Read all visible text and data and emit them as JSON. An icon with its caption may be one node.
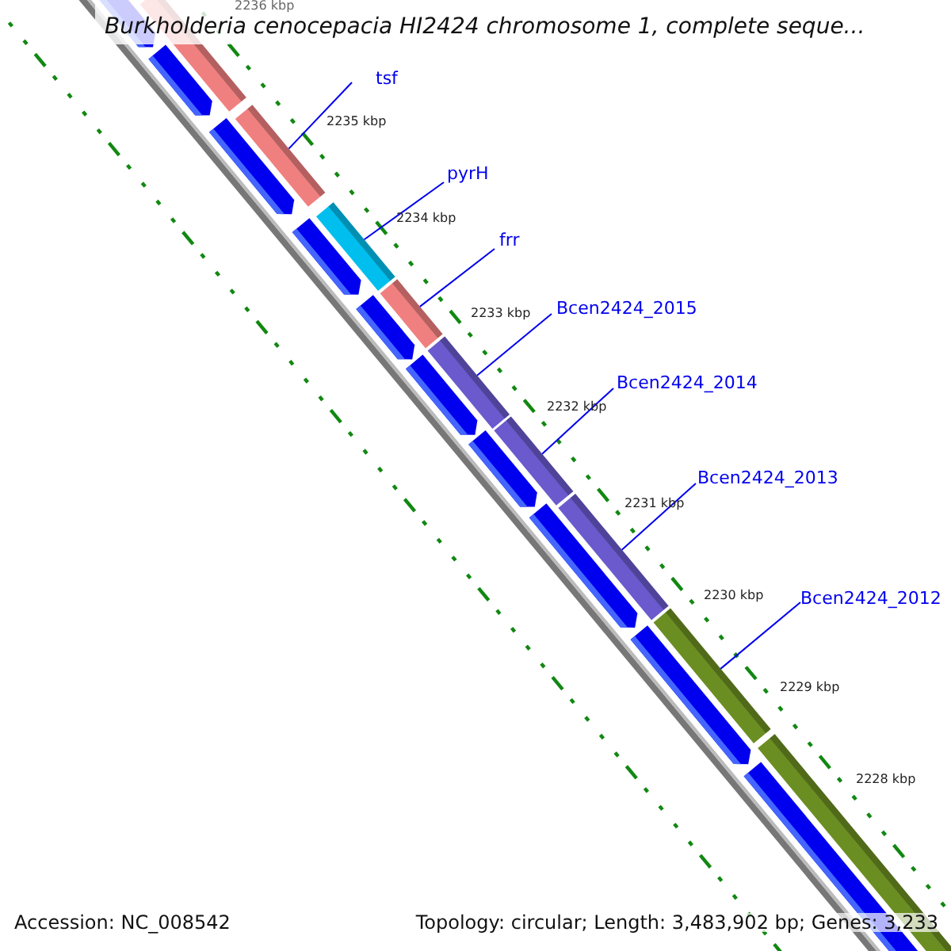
{
  "diagram": {
    "title": "Burkholderia cenocepacia HI2424 chromosome 1, complete seque...",
    "nodes": [
      {
        "text": [
          "tsf"
        ]
      },
      {
        "text": [
          "pyrH"
        ]
      },
      {
        "text": [
          "frr"
        ]
      },
      {
        "text": [
          "Bcen2424_2015"
        ]
      },
      {
        "text": [
          "Bcen2424_2014"
        ]
      },
      {
        "text": [
          "Bcen2424_2013"
        ]
      },
      {
        "text": [
          "Bcen2424_2012"
        ]
      },
      {
        "text": [],
        "shape": "bar"
      },
      {
        "text": [],
        "shape": "bar"
      },
      {
        "text": [],
        "shape": "bar"
      },
      {
        "text": [],
        "shape": "bar"
      },
      {
        "text": [],
        "shape": "bar"
      },
      {
        "text": [],
        "shape": "bar"
      },
      {
        "text": [],
        "shape": "bar"
      }
    ],
    "edges": [
      {
        "from": 0,
        "to": 7,
        "arrow": "none"
      },
      {
        "from": 1,
        "to": 8,
        "arrow": "none"
      },
      {
        "from": 2,
        "to": 9,
        "arrow": "none"
      },
      {
        "from": 3,
        "to": 10,
        "arrow": "none"
      },
      {
        "from": 4,
        "to": 11,
        "arrow": "none"
      },
      {
        "from": 5,
        "to": 12,
        "arrow": "none"
      },
      {
        "from": 6,
        "to": 13,
        "arrow": "none"
      }
    ],
    "labels": [
      "2236 kbp",
      "2235 kbp",
      "2234 kbp",
      "2233 kbp",
      "2232 kbp",
      "2231 kbp",
      "2230 kbp",
      "2229 kbp",
      "2228 kbp",
      "Accession: NC_008542",
      "Topology: circular; Length: 3,483,902 bp; Genes: 3,233"
    ]
  }
}
